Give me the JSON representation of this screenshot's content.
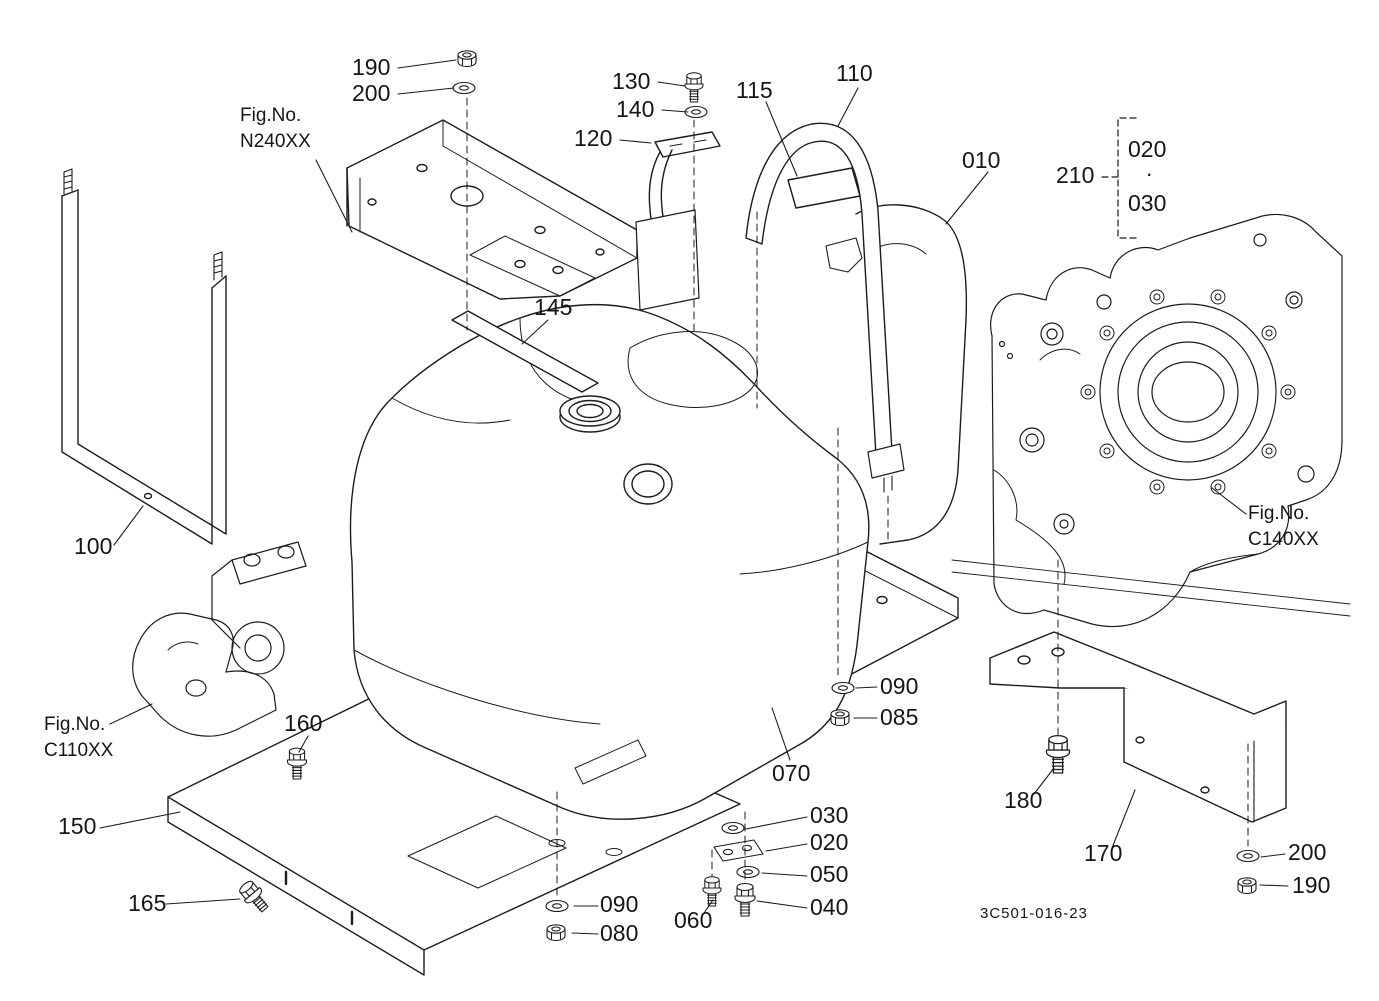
{
  "diagram": {
    "drawing_number": "3C501-016-23",
    "callouts": {
      "c190_top": "190",
      "c200_top": "200",
      "c130": "130",
      "c140": "140",
      "c120": "120",
      "c115": "115",
      "c110": "110",
      "c010": "010",
      "c210": "210",
      "c020_right": "020",
      "c210_dot": ".",
      "c030_right": "030",
      "c145": "145",
      "c100": "100",
      "c160": "160",
      "c090_right": "090",
      "c085": "085",
      "c070": "070",
      "c150": "150",
      "c180": "180",
      "c170": "170",
      "c200_bottom_right": "200",
      "c190_bottom_right": "190",
      "c165": "165",
      "c030_bottom": "030",
      "c020_bottom": "020",
      "c050": "050",
      "c040": "040",
      "c090_bottom": "090",
      "c080": "080",
      "c060": "060"
    },
    "fig_refs": {
      "n240xx": {
        "label": "Fig.No.",
        "code": "N240XX"
      },
      "c110xx": {
        "label": "Fig.No.",
        "code": "C110XX"
      },
      "c140xx": {
        "label": "Fig.No.",
        "code": "C140XX"
      }
    },
    "colors": {
      "ink": "#1c1c1c",
      "background": "#ffffff"
    }
  }
}
